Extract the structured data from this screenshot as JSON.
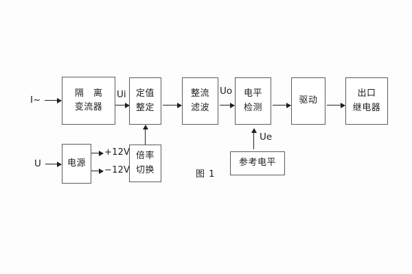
{
  "figure": {
    "caption": "图 1",
    "background_color": "#fdfdfd",
    "block_border_color": "#555a5e",
    "line_color": "#1f1f1f"
  },
  "inputs": {
    "current": "I~",
    "voltage": "U"
  },
  "blocks": {
    "isolation_ct": {
      "line1": "隔 离",
      "line2": "变流器"
    },
    "setting": {
      "line1": "定值",
      "line2": "整定"
    },
    "rectifier_filter": {
      "line1": "整流",
      "line2": "滤波"
    },
    "level_detect": {
      "line1": "电平",
      "line2": "检测"
    },
    "drive": {
      "line1": "驱动"
    },
    "output_relay": {
      "line1": "出口",
      "line2": "继电器"
    },
    "power_supply": {
      "line1": "电源"
    },
    "multiplier_switch": {
      "line1": "倍率",
      "line2": "切换"
    },
    "reference_level": {
      "line1": "参考电平"
    }
  },
  "signals": {
    "ui": "Ui",
    "uo": "Uo",
    "ue": "Ue",
    "pos12v": "+12V",
    "neg12v": "−12V"
  }
}
